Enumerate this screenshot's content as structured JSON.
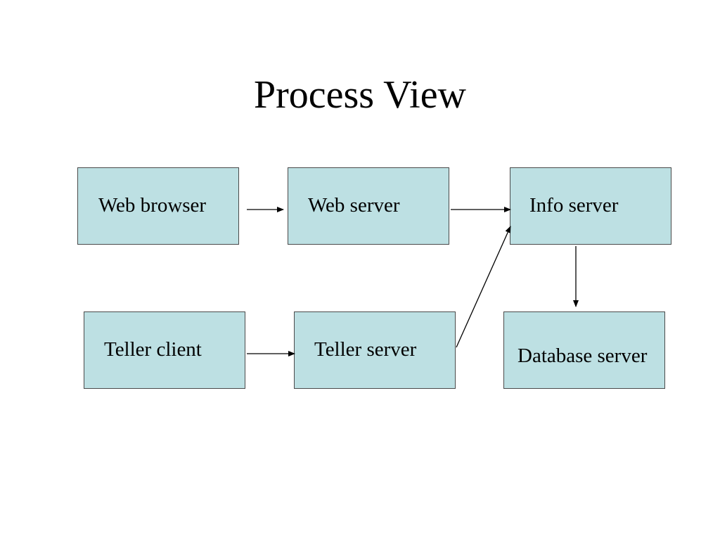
{
  "title": "Process View",
  "nodes": {
    "web_browser": "Web browser",
    "web_server": "Web server",
    "info_server": "Info server",
    "teller_client": "Teller client",
    "teller_server": "Teller server",
    "database_server": "Database server"
  },
  "edges": [
    {
      "from": "web_browser",
      "to": "web_server"
    },
    {
      "from": "web_server",
      "to": "info_server"
    },
    {
      "from": "teller_client",
      "to": "teller_server"
    },
    {
      "from": "teller_server",
      "to": "info_server"
    },
    {
      "from": "info_server",
      "to": "database_server"
    }
  ],
  "colors": {
    "box_fill": "#bde0e3",
    "box_border": "#4a4a4a",
    "arrow": "#000000"
  }
}
